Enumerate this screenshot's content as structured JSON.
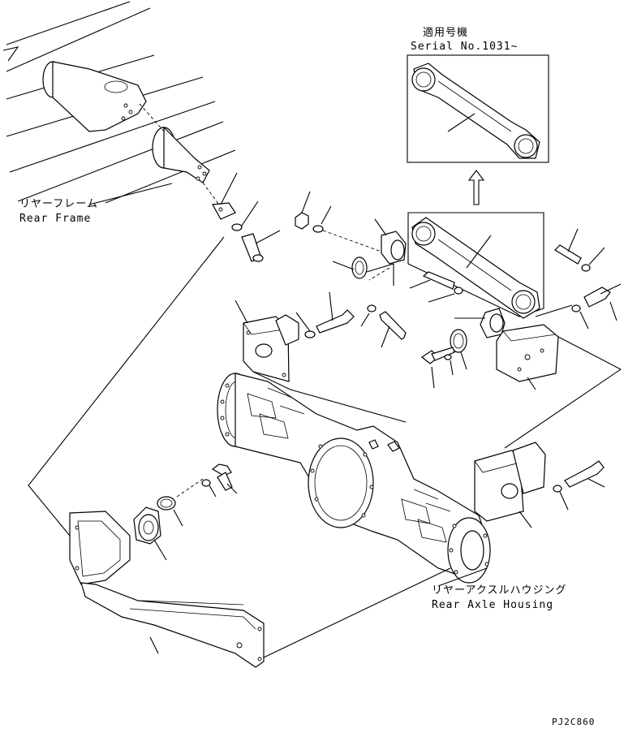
{
  "labels": {
    "serial_jp": "適用号機",
    "serial_en": "Serial No.1031~",
    "rear_frame_jp": "リヤーフレーム",
    "rear_frame_en": "Rear Frame",
    "rear_axle_jp": "リヤーアクスルハウジング",
    "rear_axle_en": "Rear Axle Housing",
    "drawing_code": "PJ2C860"
  }
}
